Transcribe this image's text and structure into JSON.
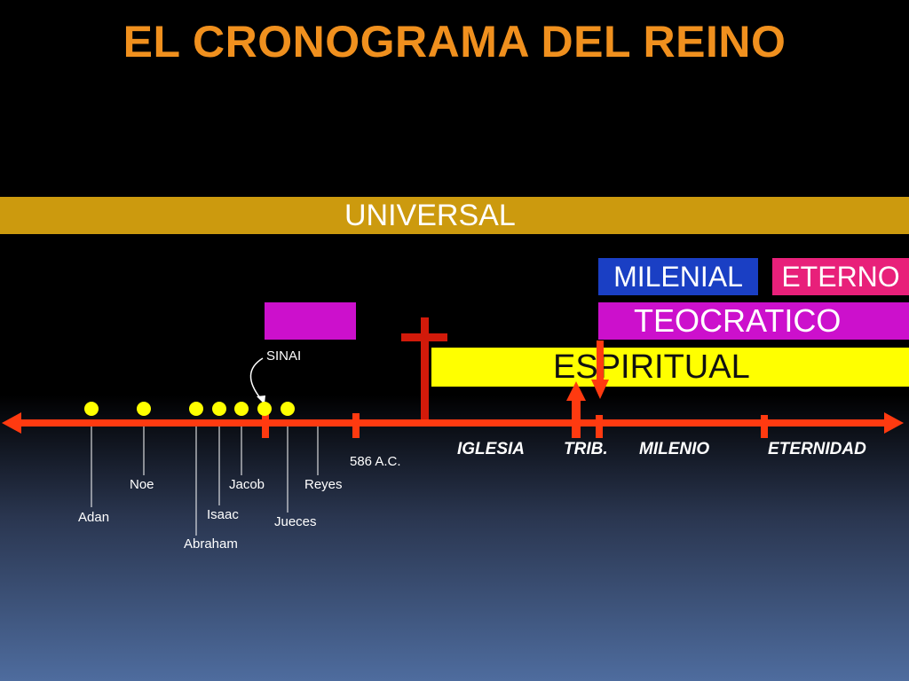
{
  "title": "EL CRONOGRAMA DEL REINO",
  "bands": {
    "universal": "UNIVERSAL",
    "milenial": "MILENIAL",
    "eterno": "ETERNO",
    "teocratico": "TEOCRATICO",
    "espiritual": "ESPIRITUAL"
  },
  "sinai_label": "SINAI",
  "date_label": "586 A.C.",
  "people": {
    "adan": "Adan",
    "noe": "Noe",
    "abraham": "Abraham",
    "isaac": "Isaac",
    "jacob": "Jacob",
    "jueces": "Jueces",
    "reyes": "Reyes"
  },
  "eras": {
    "iglesia": "IGLESIA",
    "trib": "TRIB.",
    "milenio": "MILENIO",
    "eternidad": "ETERNIDAD"
  },
  "colors": {
    "title": "#f0901e",
    "timeline": "#ff3a10",
    "cross": "#d21a0a",
    "dots": "#ffff00",
    "universal": "#cc9a0e",
    "milenial": "#1a3fc4",
    "eterno": "#e8207a",
    "teocratico": "#cc10cc",
    "espiritual": "#ffff00"
  }
}
